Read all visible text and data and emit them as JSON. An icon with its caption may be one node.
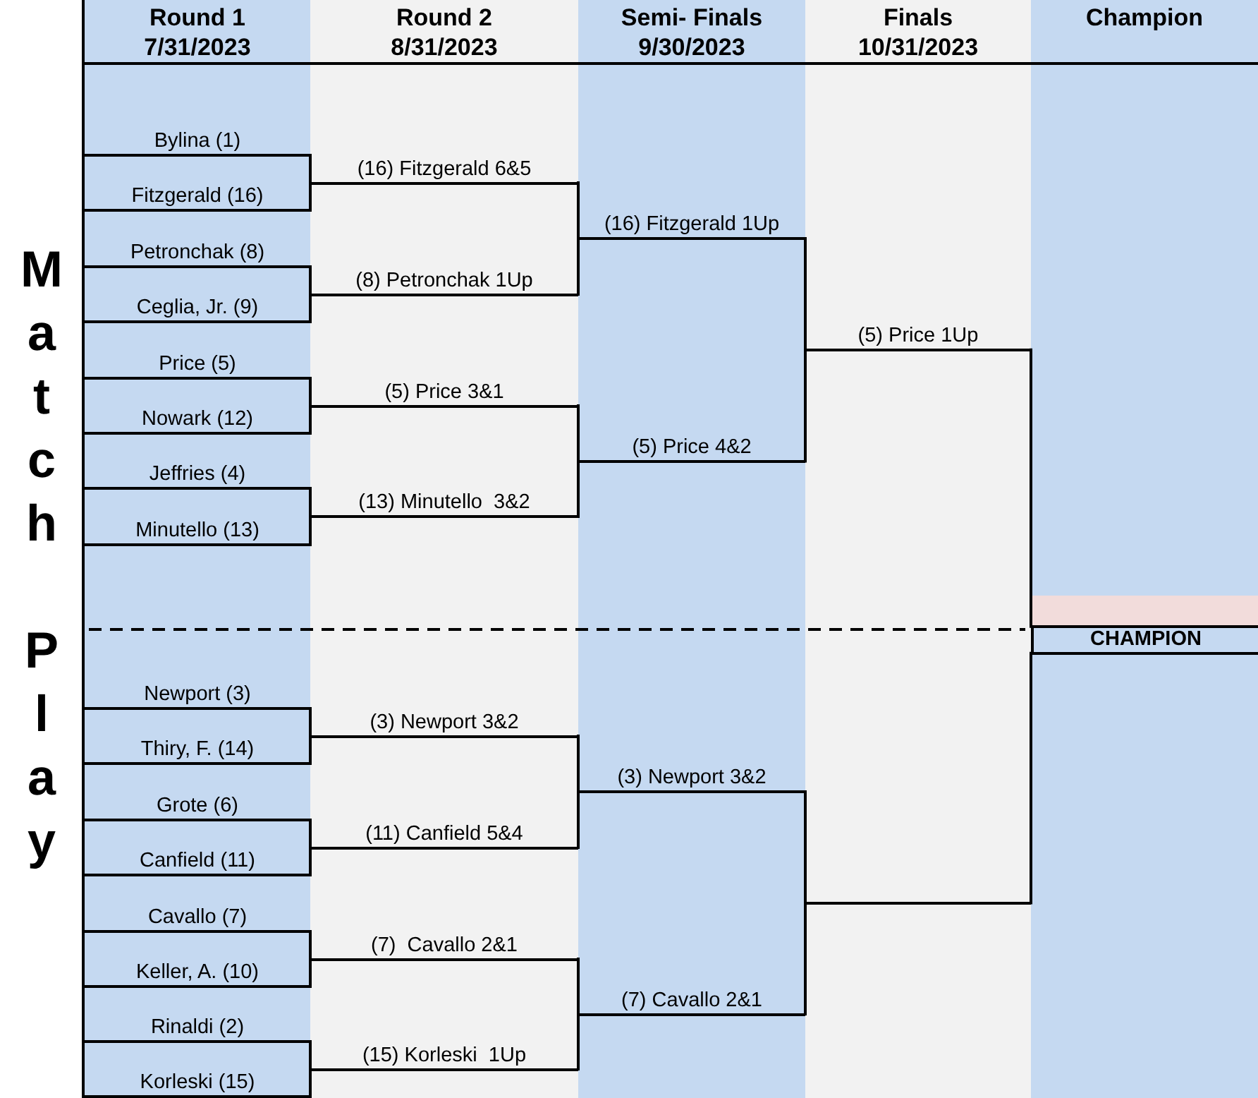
{
  "diagram": {
    "title": "Match Play",
    "nodes": [
      {
        "text": [
          "Round 1",
          "7/31/2023"
        ]
      },
      {
        "text": [
          "Bylina (1)"
        ],
        "in": 0
      },
      {
        "text": [
          "Fitzgerald (16)"
        ],
        "in": 0
      },
      {
        "text": [
          "Petronchak (8)"
        ],
        "in": 0
      },
      {
        "text": [
          "Ceglia, Jr. (9)"
        ],
        "in": 0
      },
      {
        "text": [
          "Price (5)"
        ],
        "in": 0
      },
      {
        "text": [
          "Nowark (12)"
        ],
        "in": 0
      },
      {
        "text": [
          "Jeffries (4)"
        ],
        "in": 0
      },
      {
        "text": [
          "Minutello (13)"
        ],
        "in": 0
      },
      {
        "text": [
          "Newport (3)"
        ],
        "in": 0
      },
      {
        "text": [
          "Thiry, F. (14)"
        ],
        "in": 0
      },
      {
        "text": [
          "Grote (6)"
        ],
        "in": 0
      },
      {
        "text": [
          "Canfield (11)"
        ],
        "in": 0
      },
      {
        "text": [
          "Cavallo (7)"
        ],
        "in": 0
      },
      {
        "text": [
          "Keller, A. (10)"
        ],
        "in": 0
      },
      {
        "text": [
          "Rinaldi (2)"
        ],
        "in": 0
      },
      {
        "text": [
          "Korleski (15)"
        ],
        "in": 0
      },
      {
        "text": [
          "Round 2",
          "8/31/2023"
        ]
      },
      {
        "text": [
          "(16) Fitzgerald 6&5"
        ],
        "in": 17
      },
      {
        "text": [
          "(8) Petronchak 1Up"
        ],
        "in": 17
      },
      {
        "text": [
          "(5) Price 3&1"
        ],
        "in": 17
      },
      {
        "text": [
          "(13) Minutello  3&2"
        ],
        "in": 17
      },
      {
        "text": [
          "(3) Newport 3&2"
        ],
        "in": 17
      },
      {
        "text": [
          "(11) Canfield 5&4"
        ],
        "in": 17
      },
      {
        "text": [
          "(7)  Cavallo 2&1"
        ],
        "in": 17
      },
      {
        "text": [
          "(15) Korleski  1Up"
        ],
        "in": 17
      },
      {
        "text": [
          "Semi- Finals",
          "9/30/2023"
        ]
      },
      {
        "text": [
          "(16) Fitzgerald 1Up"
        ],
        "in": 26
      },
      {
        "text": [
          "(5) Price 4&2"
        ],
        "in": 26
      },
      {
        "text": [
          "(3) Newport 3&2"
        ],
        "in": 26
      },
      {
        "text": [
          "(7) Cavallo 2&1"
        ],
        "in": 26
      },
      {
        "text": [
          "Finals",
          "10/31/2023"
        ]
      },
      {
        "text": [
          "(5) Price 1Up"
        ],
        "in": 31
      },
      {
        "text": [],
        "shape": "line",
        "in": 31
      },
      {
        "text": [
          "Champion"
        ]
      },
      {
        "text": [
          "CHAMPION"
        ],
        "in": 34
      }
    ],
    "edges": [
      {
        "from": 1,
        "to": 18,
        "arrow": "none"
      },
      {
        "from": 2,
        "to": 18,
        "arrow": "none"
      },
      {
        "from": 3,
        "to": 19,
        "arrow": "none"
      },
      {
        "from": 4,
        "to": 19,
        "arrow": "none"
      },
      {
        "from": 5,
        "to": 20,
        "arrow": "none"
      },
      {
        "from": 6,
        "to": 20,
        "arrow": "none"
      },
      {
        "from": 7,
        "to": 21,
        "arrow": "none"
      },
      {
        "from": 8,
        "to": 21,
        "arrow": "none"
      },
      {
        "from": 9,
        "to": 22,
        "arrow": "none"
      },
      {
        "from": 10,
        "to": 22,
        "arrow": "none"
      },
      {
        "from": 11,
        "to": 23,
        "arrow": "none"
      },
      {
        "from": 12,
        "to": 23,
        "arrow": "none"
      },
      {
        "from": 13,
        "to": 24,
        "arrow": "none"
      },
      {
        "from": 14,
        "to": 24,
        "arrow": "none"
      },
      {
        "from": 15,
        "to": 25,
        "arrow": "none"
      },
      {
        "from": 16,
        "to": 25,
        "arrow": "none"
      },
      {
        "from": 18,
        "to": 27,
        "arrow": "none"
      },
      {
        "from": 19,
        "to": 27,
        "arrow": "none"
      },
      {
        "from": 20,
        "to": 28,
        "arrow": "none"
      },
      {
        "from": 21,
        "to": 28,
        "arrow": "none"
      },
      {
        "from": 22,
        "to": 29,
        "arrow": "none"
      },
      {
        "from": 23,
        "to": 29,
        "arrow": "none"
      },
      {
        "from": 24,
        "to": 30,
        "arrow": "none"
      },
      {
        "from": 25,
        "to": 30,
        "arrow": "none"
      },
      {
        "from": 27,
        "to": 32,
        "arrow": "none"
      },
      {
        "from": 28,
        "to": 32,
        "arrow": "none"
      },
      {
        "from": 29,
        "to": 33,
        "arrow": "none"
      },
      {
        "from": 30,
        "to": 33,
        "arrow": "none"
      },
      {
        "from": 32,
        "to": 35,
        "arrow": "none"
      },
      {
        "from": 33,
        "to": 35,
        "arrow": "none"
      }
    ]
  }
}
